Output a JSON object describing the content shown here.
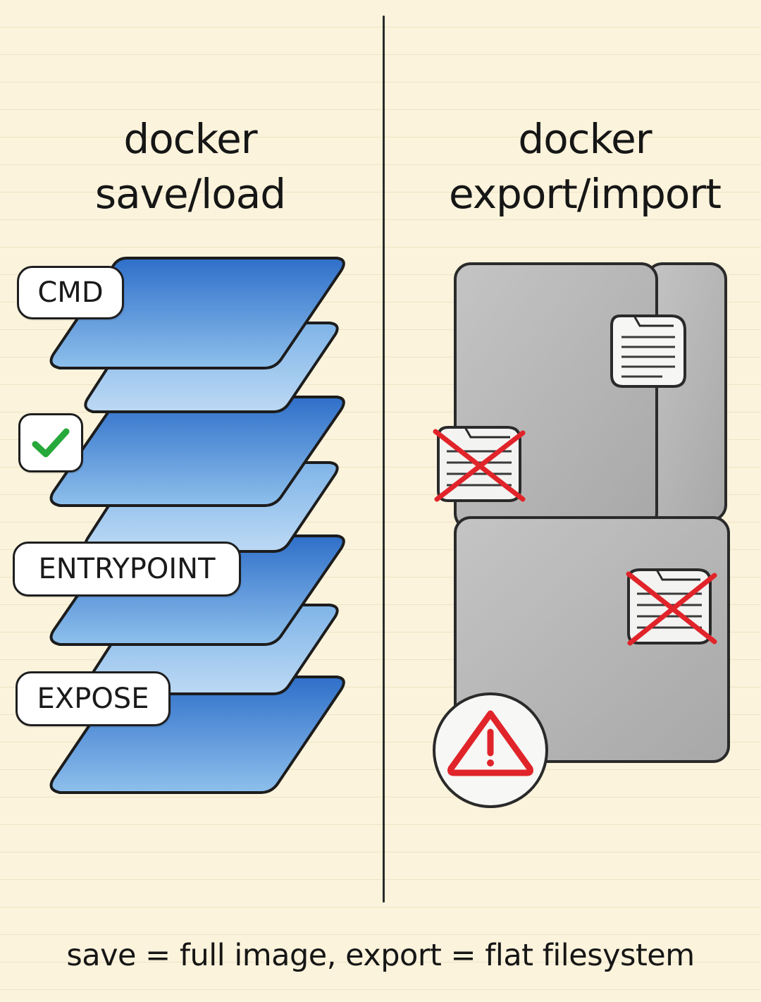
{
  "left_panel": {
    "title_line1": "docker",
    "title_line2": "save/load",
    "layer_tags": {
      "cmd": "CMD",
      "entrypoint": "ENTRYPOINT",
      "expose": "EXPOSE"
    },
    "check_icon": "checkmark-icon",
    "layer_color": "#3f86d6"
  },
  "right_panel": {
    "title_line1": "docker",
    "title_line2": "export/import",
    "filesystem_color": "#b8b8b8",
    "icons": [
      "document-icon",
      "crossed-document-icon",
      "crossed-document-icon",
      "warning-icon"
    ],
    "warning_color": "#e0242a"
  },
  "footer": {
    "caption": "save = full image, export = flat filesystem"
  }
}
